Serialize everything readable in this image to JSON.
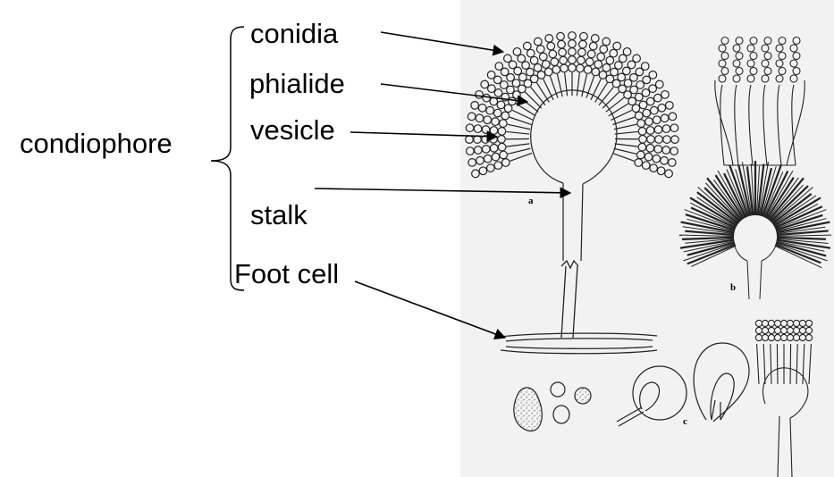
{
  "labels": {
    "condiophore": "condiophore",
    "conidia": "conidia",
    "phialide": "phialide",
    "vesicle": "vesicle",
    "stalk": "stalk",
    "foot_cell": "Foot cell"
  },
  "figure_panels": {
    "a": "a",
    "b": "b",
    "c": "c"
  },
  "colors": {
    "ink": "#000000",
    "drawing": "#222222",
    "paper_texture": "#f2f2f2"
  }
}
